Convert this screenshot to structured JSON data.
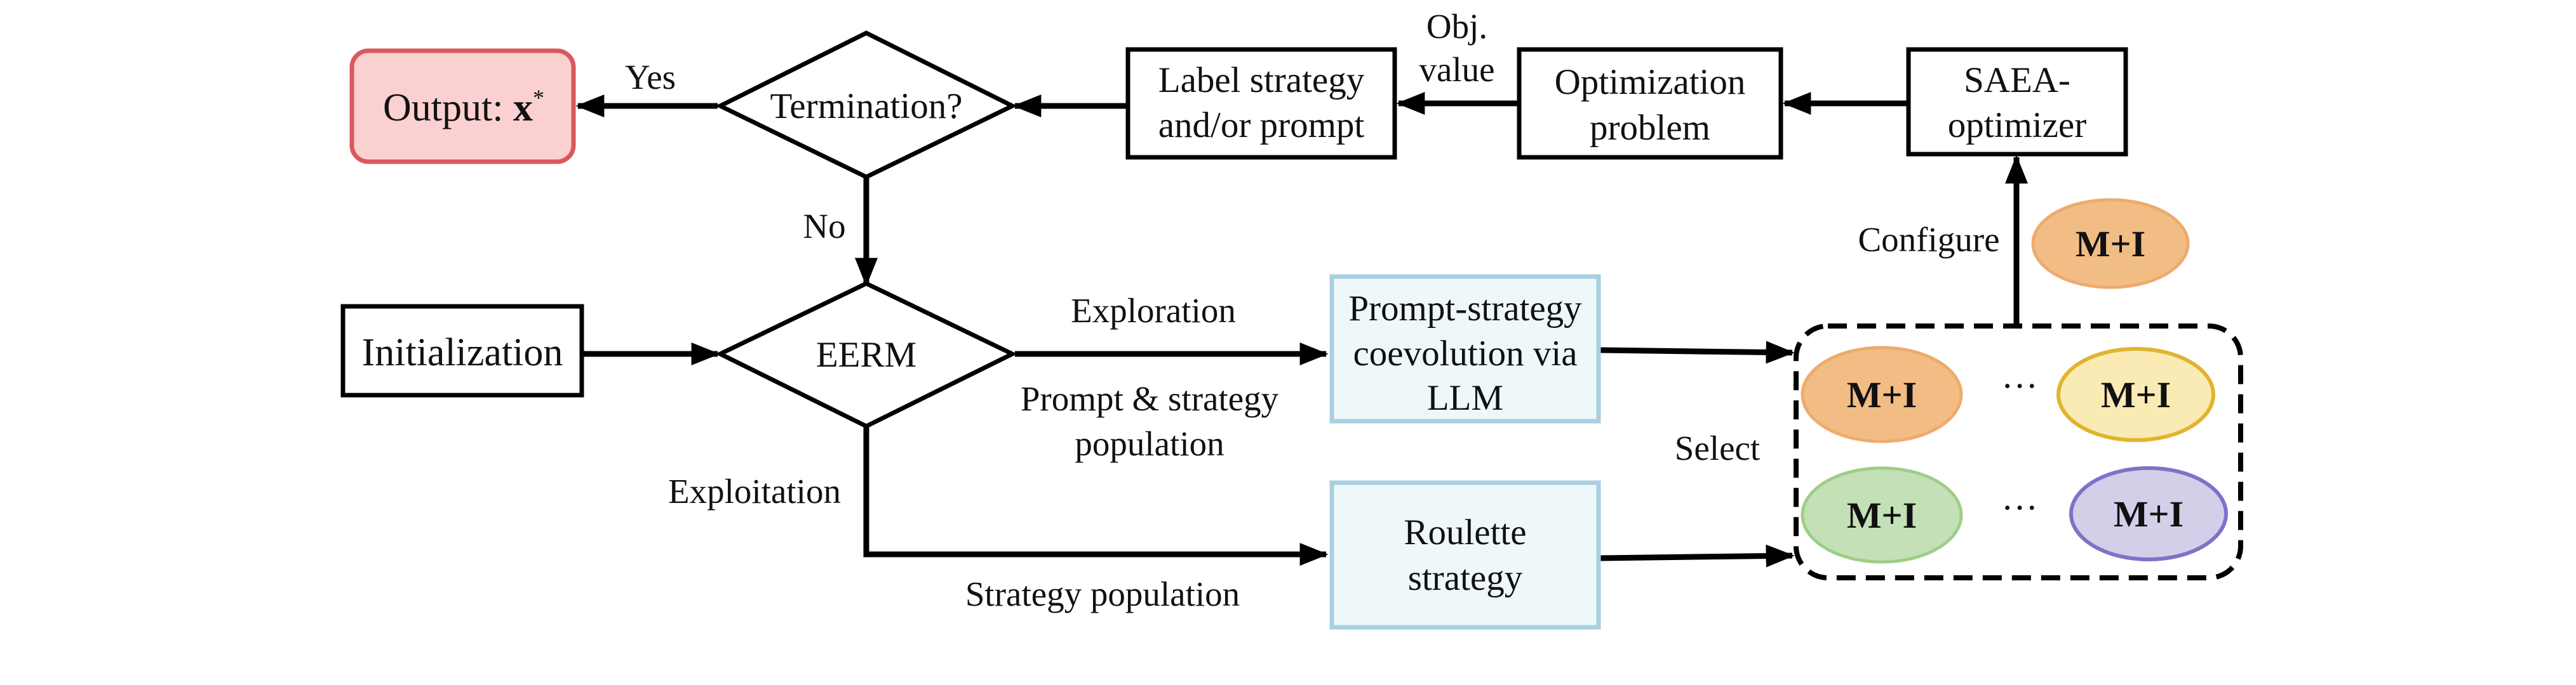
{
  "colors": {
    "output_fill": "#fbd0d0",
    "output_stroke": "#d9585c",
    "blue_fill": "#eef8fb",
    "blue_stroke": "#a9cfe0",
    "orange_fill": "#f1bd85",
    "orange_stroke": "#eeab6d",
    "yellow_fill": "#faeab4",
    "yellow_stroke": "#e0b42c",
    "green_fill": "#c4e0b7",
    "green_stroke": "#9dce87",
    "purple_fill": "#d4cfe9",
    "purple_stroke": "#7e72c8"
  },
  "nodes": {
    "output": {
      "label": "Output: ",
      "math": "x",
      "sup": "*"
    },
    "termination": {
      "label": "Termination?"
    },
    "label_strategy": {
      "line1": "Label strategy",
      "line2": "and/or prompt"
    },
    "optimization": {
      "line1": "Optimization",
      "line2": "problem"
    },
    "saea": {
      "line1": "SAEA-",
      "line2": "optimizer"
    },
    "initialization": {
      "label": "Initialization"
    },
    "eerm": {
      "label": "EERM"
    },
    "prompt_strategy": {
      "line1": "Prompt-strategy",
      "line2": "coevolution via",
      "line3": "LLM"
    },
    "roulette": {
      "line1": "Roulette",
      "line2": "strategy"
    },
    "mi_configure": {
      "label": "M+I"
    },
    "pool": {
      "mi_top_left": "M+I",
      "mi_top_right": "M+I",
      "mi_bottom_left": "M+I",
      "mi_bottom_right": "M+I",
      "dots_top": "···",
      "dots_bottom": "···"
    }
  },
  "edges": {
    "yes": "Yes",
    "no": "No",
    "obj_value_line1": "Obj.",
    "obj_value_line2": "value",
    "configure": "Configure",
    "exploration": "Exploration",
    "prompt_pop_line1": "Prompt & strategy",
    "prompt_pop_line2": "population",
    "exploitation": "Exploitation",
    "strategy_population": "Strategy population",
    "select": "Select"
  }
}
